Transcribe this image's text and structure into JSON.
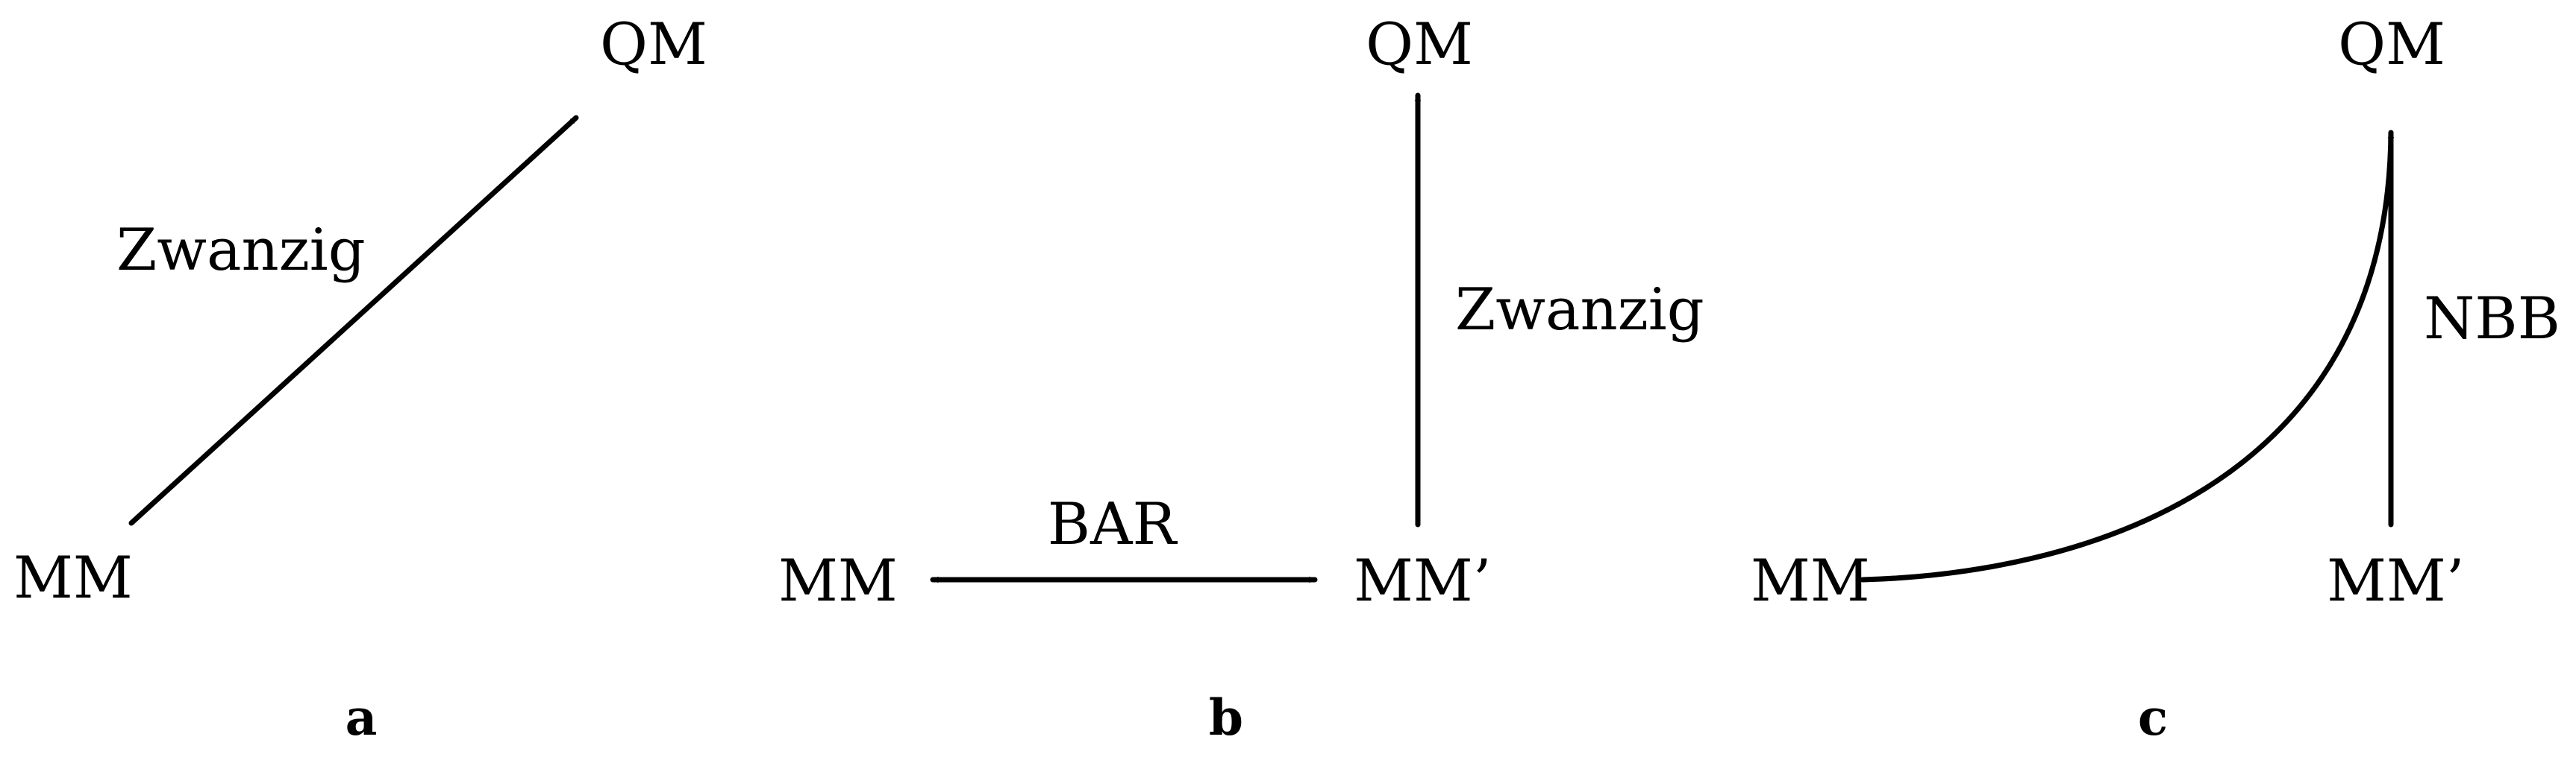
{
  "panels": [
    {
      "label": "a",
      "nodes": {
        "qm": "QM",
        "mm": "MM"
      },
      "edges": {
        "zwanzig": "Zwanzig"
      }
    },
    {
      "label": "b",
      "nodes": {
        "qm": "QM",
        "mm": "MM",
        "mm_prime": "MM’"
      },
      "edges": {
        "bar": "BAR",
        "zwanzig": "Zwanzig"
      }
    },
    {
      "label": "c",
      "nodes": {
        "qm": "QM",
        "mm": "MM",
        "mm_prime": "MM’"
      },
      "edges": {
        "nbb": "NBB"
      }
    }
  ],
  "colors": {
    "ink": "#000000",
    "background": "#ffffff"
  }
}
